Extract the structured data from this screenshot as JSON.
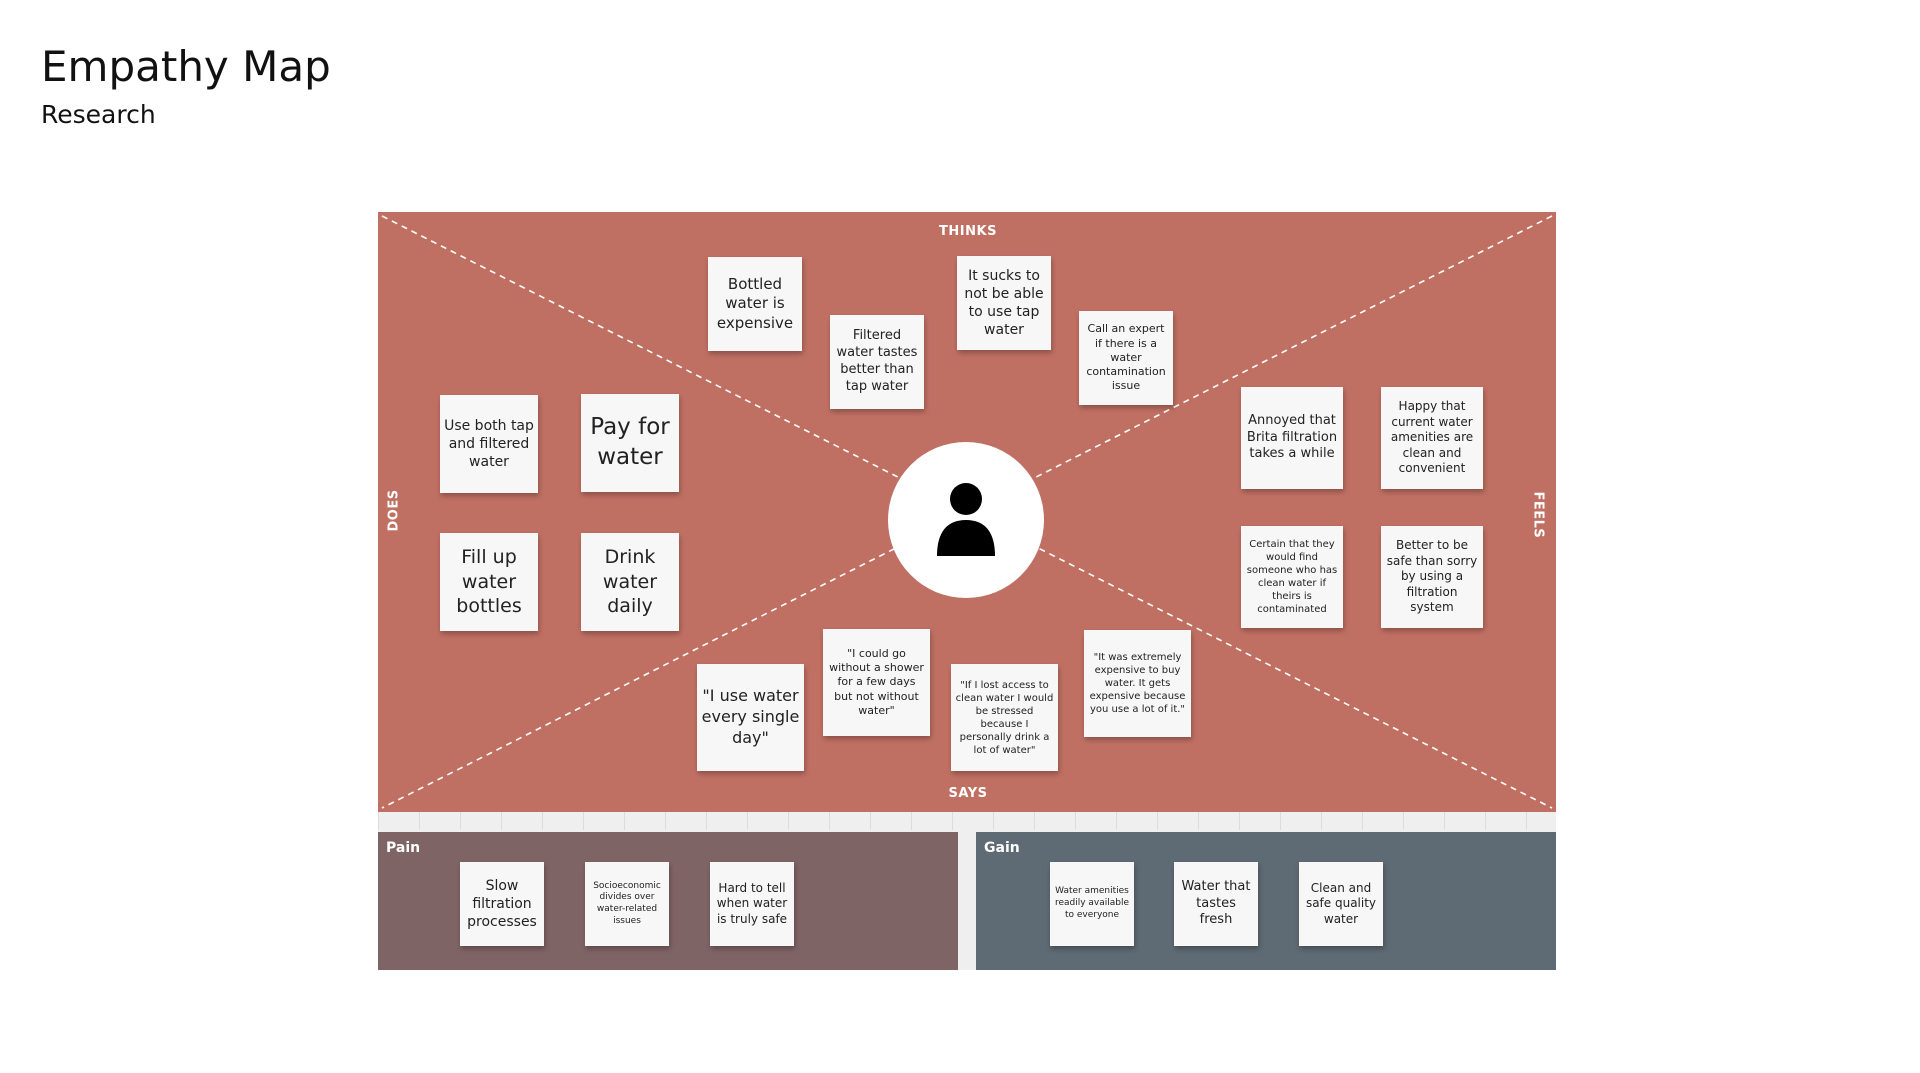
{
  "header": {
    "title": "Empathy Map",
    "subtitle": "Research"
  },
  "quadrants": {
    "thinks": "THINKS",
    "says": "SAYS",
    "does": "DOES",
    "feels": "FEELS"
  },
  "persona": {
    "icon": "user-icon"
  },
  "thinks_notes": [
    "Bottled water is expensive",
    "Filtered water tastes better than tap water",
    "It sucks to not be able to use tap water",
    "Call an expert if there is a water contamination issue"
  ],
  "does_notes": [
    "Use both tap and filtered water",
    "Pay for water",
    "Fill up water bottles",
    "Drink water daily"
  ],
  "feels_notes": [
    "Annoyed that Brita filtration takes a while",
    "Happy that current water amenities are clean and convenient",
    "Certain that they would find someone who has clean water if theirs is contaminated",
    "Better to be safe than sorry by using a filtration system"
  ],
  "says_notes": [
    "\"I use water every single day\"",
    "\"I could go without a shower for a few days but not without water\"",
    "\"If I lost access to clean water I would be stressed because I personally drink a lot of water\"",
    "\"It was extremely expensive to buy water. It gets expensive because you use a lot of it.\""
  ],
  "pain": {
    "label": "Pain",
    "notes": [
      "Slow filtration processes",
      "Socioeconomic divides over water-related issues",
      "Hard to tell when water is truly safe"
    ]
  },
  "gain": {
    "label": "Gain",
    "notes": [
      "Water amenities readily available to everyone",
      "Water that tastes fresh",
      "Clean and safe quality water"
    ]
  },
  "colors": {
    "map": "#c07063",
    "pain": "#7f6466",
    "gain": "#5e6a74",
    "note": "#f7f7f7"
  }
}
